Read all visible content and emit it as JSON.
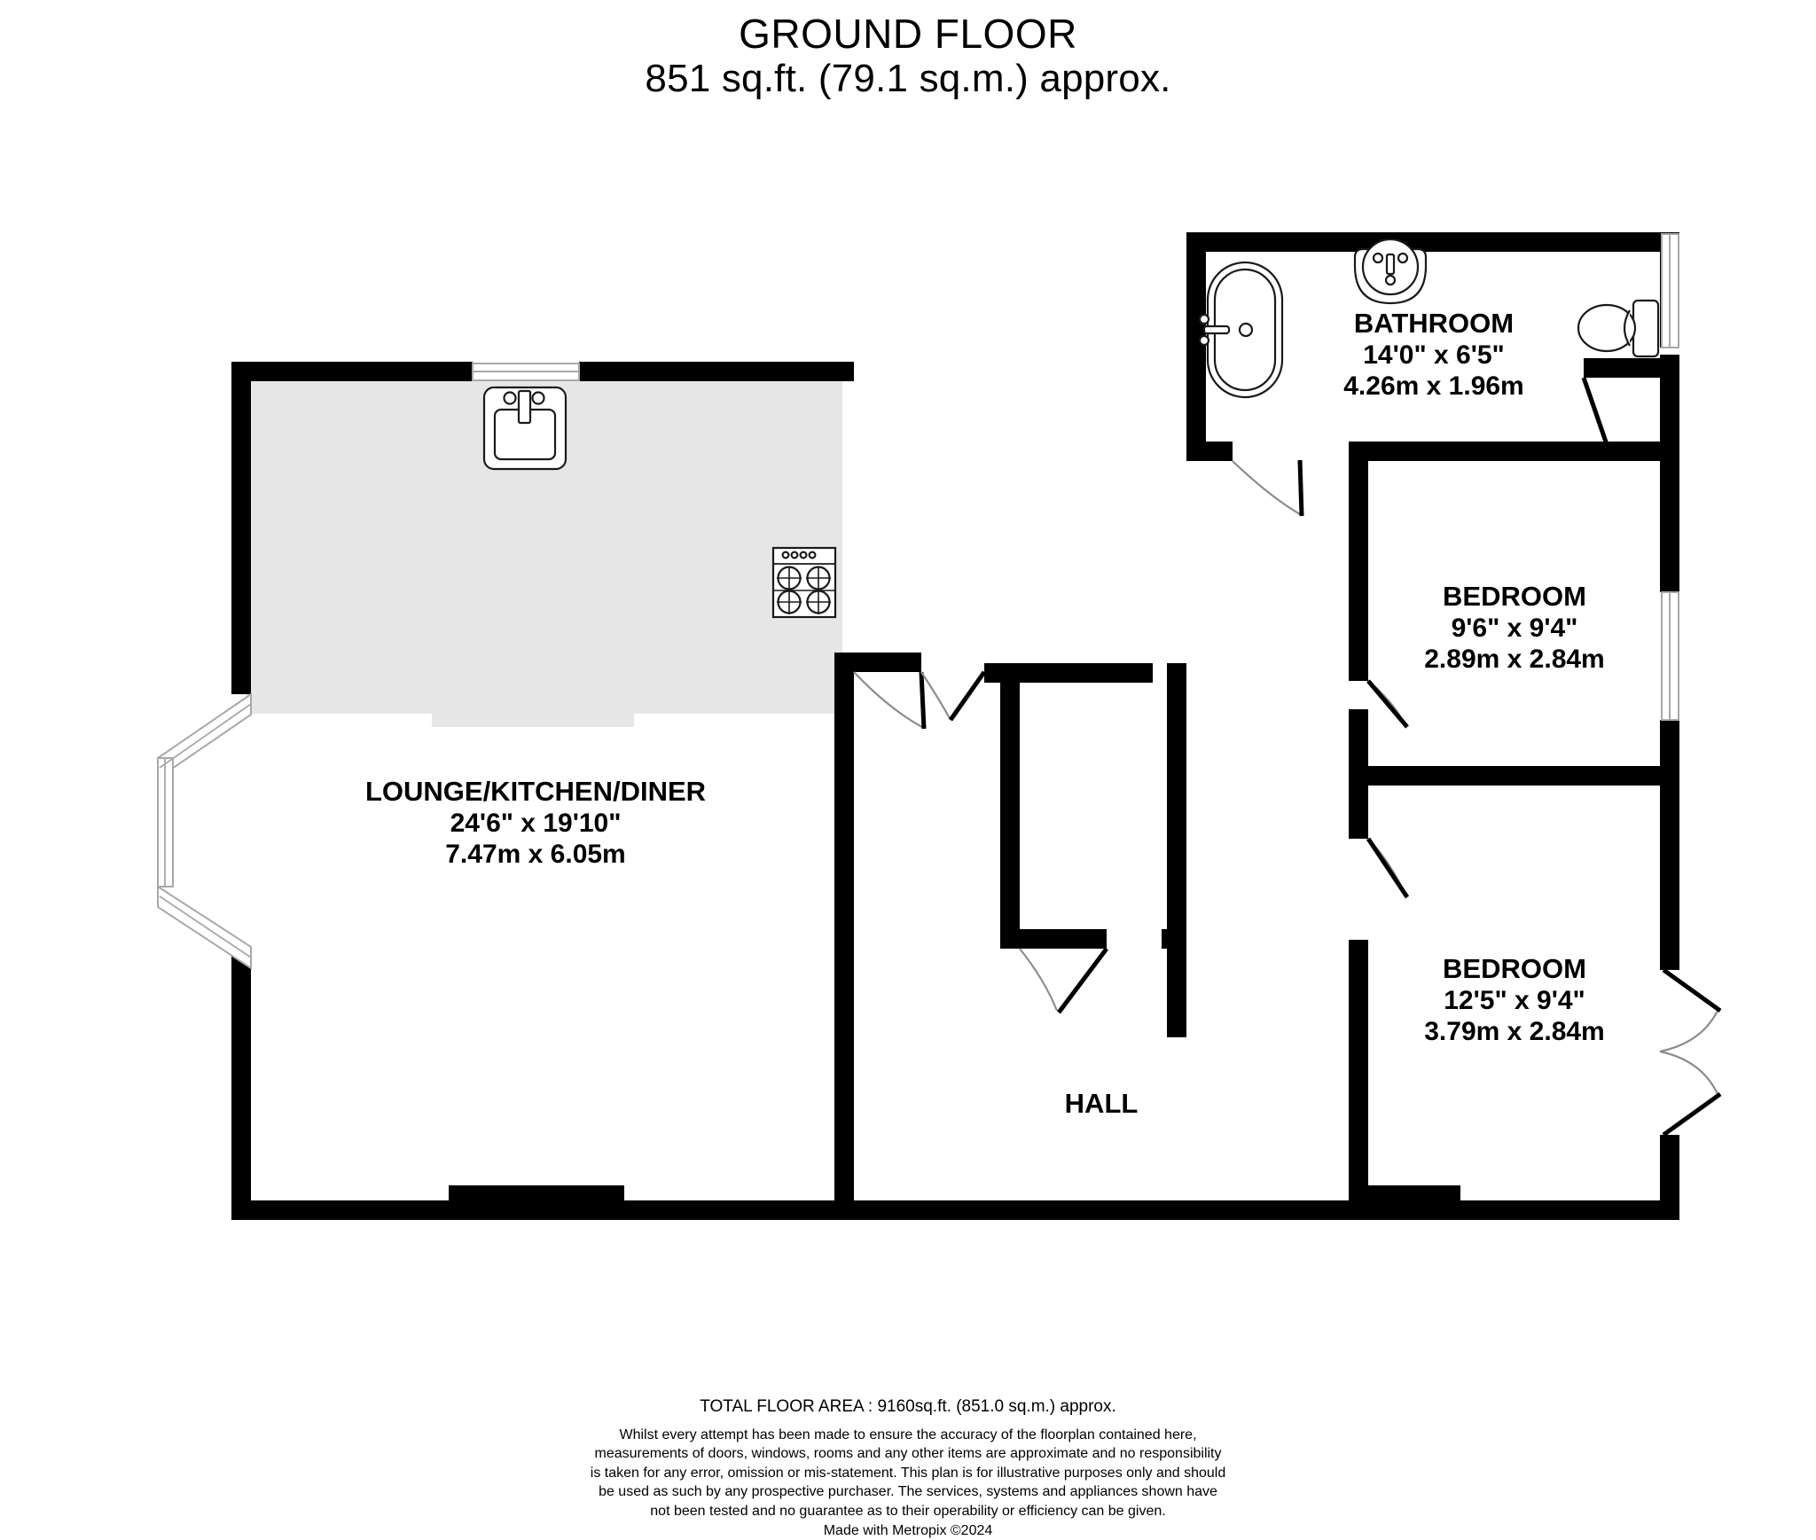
{
  "header": {
    "title": "GROUND FLOOR",
    "subtitle": "851 sq.ft. (79.1 sq.m.) approx."
  },
  "rooms": [
    {
      "key": "lounge_kitchen_diner",
      "name": "LOUNGE/KITCHEN/DINER",
      "dim_imperial": "24'6\"  x 19'10\"",
      "dim_metric": "7.47m  x 6.05m"
    },
    {
      "key": "bathroom",
      "name": "BATHROOM",
      "dim_imperial": "14'0\"  x 6'5\"",
      "dim_metric": "4.26m  x 1.96m"
    },
    {
      "key": "bedroom_1",
      "name": "BEDROOM",
      "dim_imperial": "9'6\"  x 9'4\"",
      "dim_metric": "2.89m  x 2.84m"
    },
    {
      "key": "bedroom_2",
      "name": "BEDROOM",
      "dim_imperial": "12'5\"  x 9'4\"",
      "dim_metric": "3.79m  x 2.84m"
    },
    {
      "key": "hall",
      "name": "HALL",
      "dim_imperial": "",
      "dim_metric": ""
    }
  ],
  "fixtures": [
    {
      "key": "kitchen_sink",
      "icon": "sink-icon"
    },
    {
      "key": "hob",
      "icon": "hob-icon"
    },
    {
      "key": "bath",
      "icon": "bathtub-icon"
    },
    {
      "key": "wash_basin",
      "icon": "wash-basin-icon"
    },
    {
      "key": "toilet",
      "icon": "toilet-icon"
    }
  ],
  "footer": {
    "total_area": "TOTAL FLOOR AREA : 9160sq.ft. (851.0 sq.m.) approx.",
    "disclaimer": "Whilst every attempt has been made to ensure the accuracy of the floorplan contained here, measurements of doors, windows, rooms and any other items are approximate and no responsibility is taken for any error, omission or mis-statement. This plan is for illustrative purposes only and should be used as such by any prospective purchaser. The services, systems and appliances shown have not been tested and no guarantee as to their operability or efficiency can be given.",
    "credit": "Made with Metropix ©2024"
  },
  "colors": {
    "wall": "#000000",
    "unit_fill": "#e6e6e6",
    "background": "#ffffff",
    "door_swing": "#8c8c8c"
  }
}
